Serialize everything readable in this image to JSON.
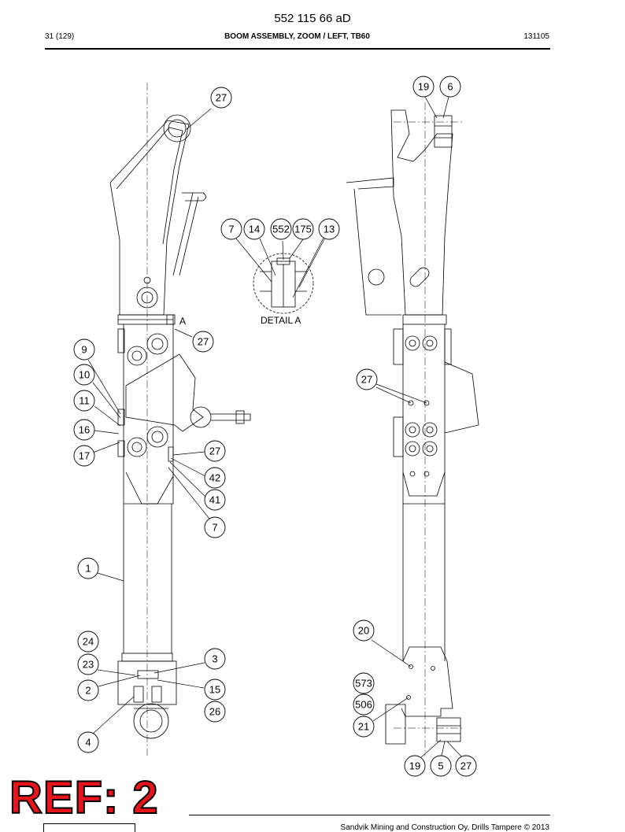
{
  "header": {
    "doc_number": "552 115 66 aD",
    "page": "31 (129)",
    "title": "BOOM ASSEMBLY, ZOOM / LEFT, TB60",
    "code": "131105"
  },
  "labels": {
    "detail_marker": "A",
    "detail_title": "DETAIL A"
  },
  "callouts": [
    {
      "id": "c1",
      "text": "27"
    },
    {
      "id": "c2",
      "text": "27"
    },
    {
      "id": "c3",
      "text": "9"
    },
    {
      "id": "c4",
      "text": "10"
    },
    {
      "id": "c5",
      "text": "11"
    },
    {
      "id": "c6",
      "text": "16"
    },
    {
      "id": "c7",
      "text": "17"
    },
    {
      "id": "c8",
      "text": "27"
    },
    {
      "id": "c9",
      "text": "42"
    },
    {
      "id": "c10",
      "text": "41"
    },
    {
      "id": "c11",
      "text": "7"
    },
    {
      "id": "c12",
      "text": "1"
    },
    {
      "id": "c13",
      "text": "24"
    },
    {
      "id": "c14",
      "text": "23"
    },
    {
      "id": "c15",
      "text": "2"
    },
    {
      "id": "c16",
      "text": "3"
    },
    {
      "id": "c17",
      "text": "15"
    },
    {
      "id": "c18",
      "text": "26"
    },
    {
      "id": "c19",
      "text": "4"
    },
    {
      "id": "c20",
      "text": "7"
    },
    {
      "id": "c21",
      "text": "14"
    },
    {
      "id": "c22",
      "text": "552"
    },
    {
      "id": "c23",
      "text": "175"
    },
    {
      "id": "c24",
      "text": "13"
    },
    {
      "id": "c25",
      "text": "19"
    },
    {
      "id": "c26",
      "text": "6"
    },
    {
      "id": "c27",
      "text": "27"
    },
    {
      "id": "c28",
      "text": "20"
    },
    {
      "id": "c29",
      "text": "573"
    },
    {
      "id": "c30",
      "text": "506"
    },
    {
      "id": "c31",
      "text": "21"
    },
    {
      "id": "c32",
      "text": "19"
    },
    {
      "id": "c33",
      "text": "5"
    },
    {
      "id": "c34",
      "text": "27"
    }
  ],
  "footer": {
    "copyright": "Sandvik Mining and Construction Oy, Drills Tampere © 2013"
  },
  "stamp": {
    "text": "REF: 2"
  },
  "colors": {
    "line": "#000000",
    "stamp": "#e8141c"
  }
}
